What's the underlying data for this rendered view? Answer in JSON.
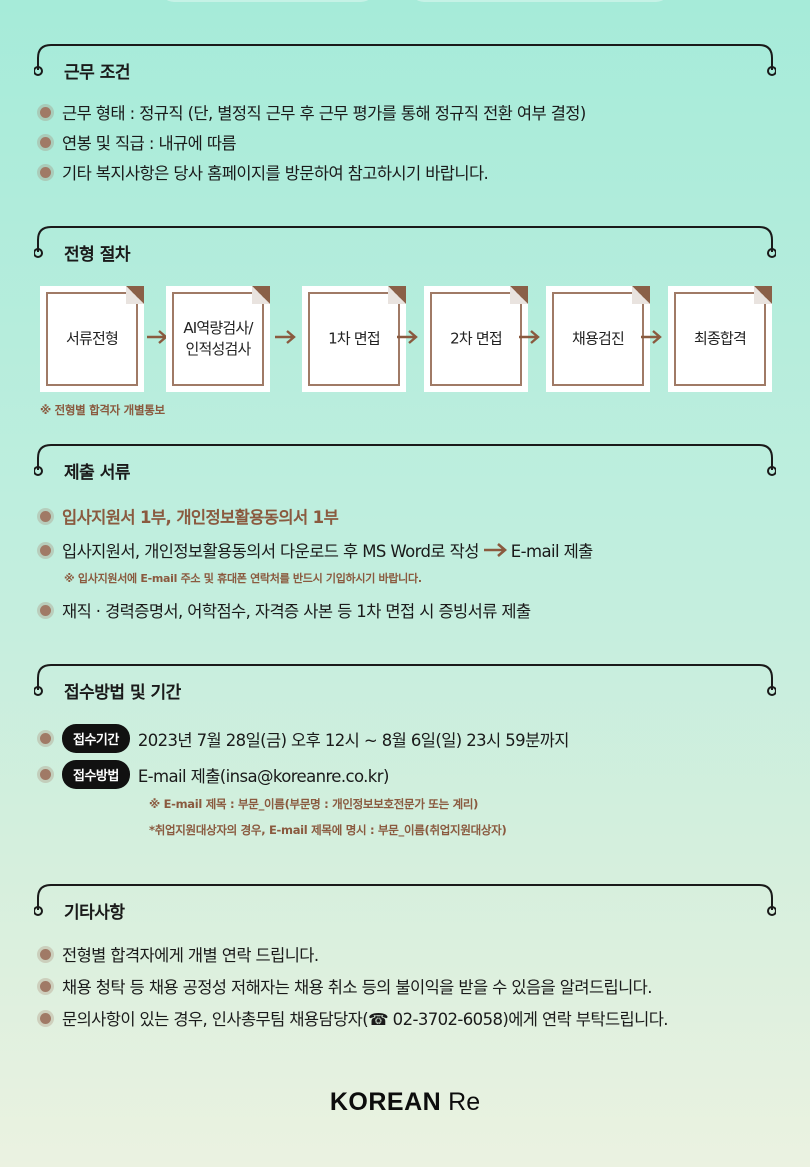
{
  "sections": {
    "conditions": {
      "title": "근무 조건",
      "items": [
        "근무 형태 : 정규직 (단, 별정직 근무 후 근무 평가를 통해 정규직 전환 여부 결정)",
        "연봉 및 직급 : 내규에 따름",
        "기타 복지사항은 당사 홈페이지를 방문하여 참고하시기 바랍니다."
      ]
    },
    "process": {
      "title": "전형 절차",
      "steps": [
        "서류전형",
        "AI역량검사/",
        "인적성검사",
        "1차 면접",
        "2차 면접",
        "채용검진",
        "최종합격"
      ],
      "note": "※ 전형별 합격자 개별통보"
    },
    "documents": {
      "title": "제출 서류",
      "item1": "입사지원서 1부, 개인정보활용동의서 1부",
      "item2": "입사지원서, 개인정보활용동의서 다운로드 후 MS Word로 작성",
      "item2_suffix": "E-mail 제출",
      "note": "※ 입사지원서에 E-mail 주소 및 휴대폰 연락처를 반드시 기입하시기 바랍니다.",
      "item3": "재직 · 경력증명서, 어학점수, 자격증 사본 등 1차 면접 시 증빙서류 제출"
    },
    "application": {
      "title": "접수방법 및 기간",
      "period_label": "접수기간",
      "period_value": "2023년 7월 28일(금) 오후 12시 ~ 8월 6일(일) 23시 59분까지",
      "method_label": "접수방법",
      "method_value": "E-mail 제출(insa@koreanre.co.kr)",
      "note1": "※ E-mail 제목 : 부문_이름(부문명 : 개인정보보호전문가 또는 계리)",
      "note2": "*취업지원대상자의 경우, E-mail 제목에 명시 : 부문_이름(취업지원대상자)"
    },
    "etc": {
      "title": "기타사항",
      "items": [
        "전형별 합격자에게 개별 연락 드립니다.",
        "채용 청탁 등 채용 공정성 저해자는 채용 취소 등의 불이익을 받을 수 있음을 알려드립니다.",
        "문의사항이 있는 경우, 인사총무팀 채용담당자(☎ 02-3702-6058)에게 연락 부탁드립니다."
      ]
    }
  },
  "logo": {
    "bold": "KOREAN",
    "light": "Re"
  },
  "colors": {
    "accent": "#a07a66",
    "accent_text": "#8a5a3f",
    "frame": "#1a1a1a"
  }
}
